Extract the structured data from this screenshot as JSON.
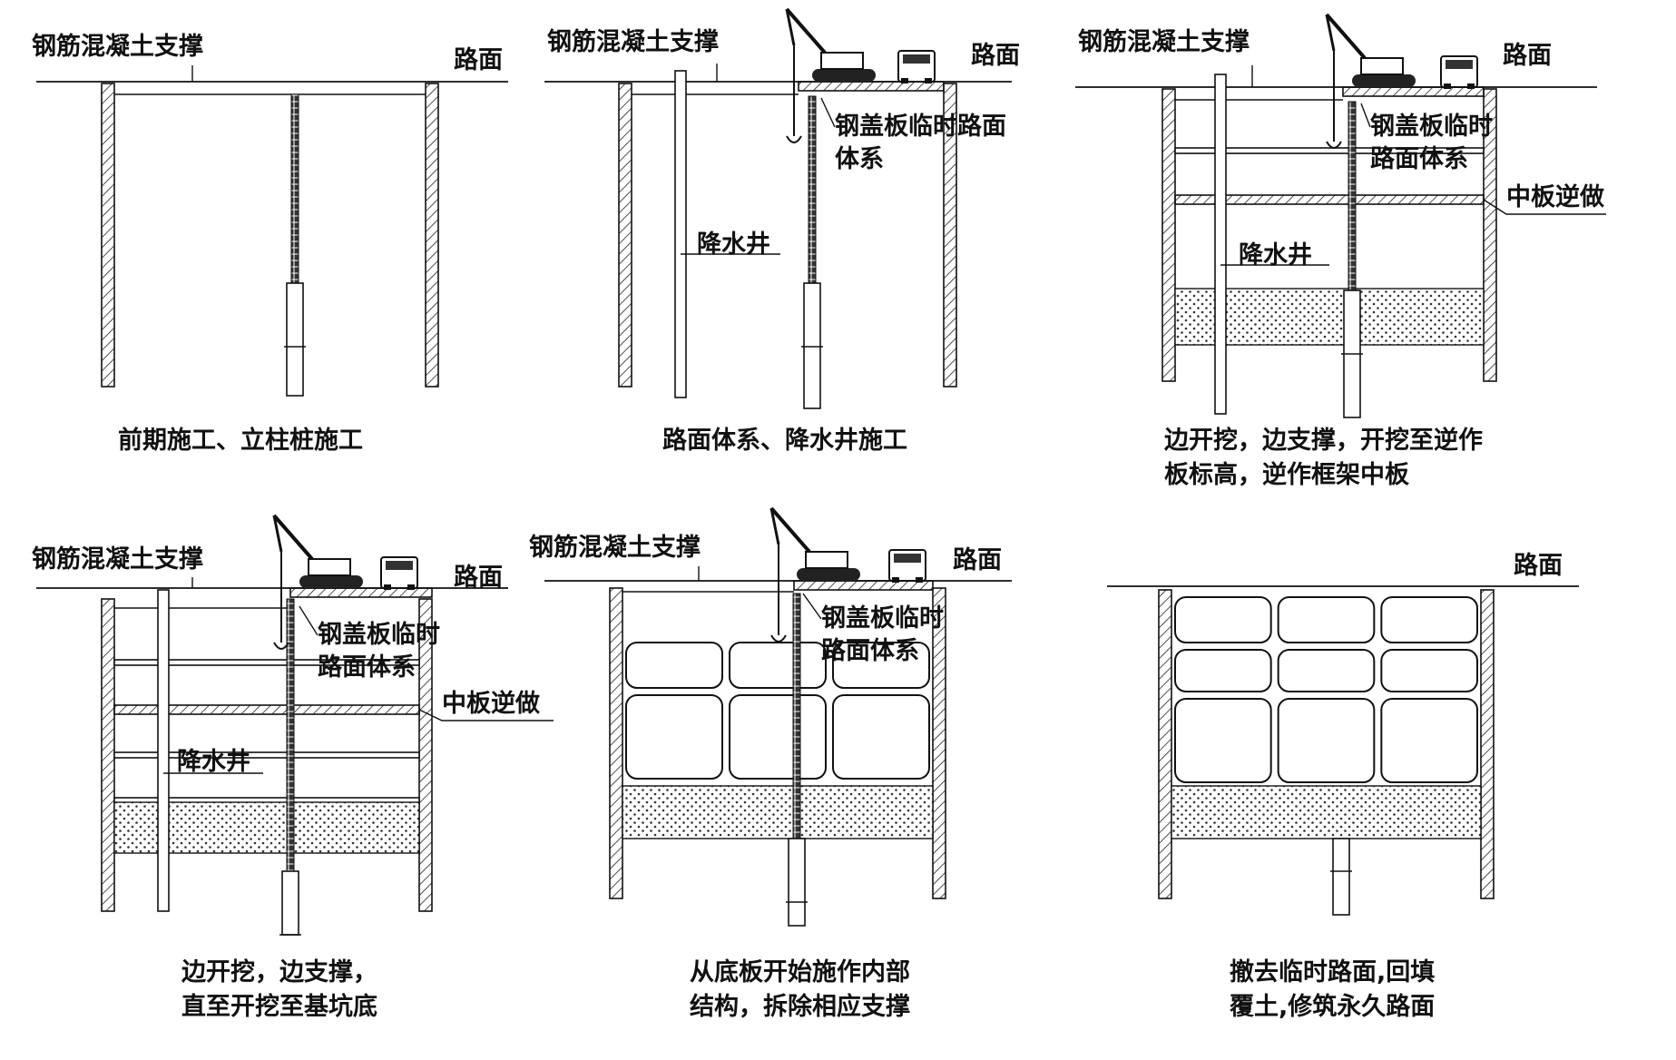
{
  "panels": [
    {
      "labels": {
        "support": "钢筋混凝土支撑",
        "road": "路面"
      },
      "caption": [
        "前期施工、立柱桩施工"
      ]
    },
    {
      "labels": {
        "support": "钢筋混凝土支撑",
        "road": "路面",
        "cover_line1": "钢盖板临时路面",
        "cover_line2": "体系",
        "well": "降水井"
      },
      "caption": [
        "路面体系、降水井施工"
      ]
    },
    {
      "labels": {
        "support": "钢筋混凝土支撑",
        "road": "路面",
        "cover_line1": "钢盖板临时",
        "cover_line2": "路面体系",
        "middle_slab": "中板逆做",
        "well": "降水井"
      },
      "caption": [
        "边开挖，边支撑，开挖至逆作",
        "板标高，逆作框架中板"
      ]
    },
    {
      "labels": {
        "support": "钢筋混凝土支撑",
        "road": "路面",
        "cover_line1": "钢盖板临时",
        "cover_line2": "路面体系",
        "middle_slab": "中板逆做",
        "well": "降水井"
      },
      "caption": [
        "边开挖，边支撑，",
        "直至开挖至基坑底"
      ]
    },
    {
      "labels": {
        "support": "钢筋混凝土支撑",
        "road": "路面",
        "cover_line1": "钢盖板临时",
        "cover_line2": "路面体系"
      },
      "caption": [
        "从底板开始施作内部",
        "结构，拆除相应支撑"
      ]
    },
    {
      "labels": {
        "road": "路面"
      },
      "caption": [
        "撤去临时路面,回填",
        "覆土,修筑永久路面"
      ]
    }
  ]
}
